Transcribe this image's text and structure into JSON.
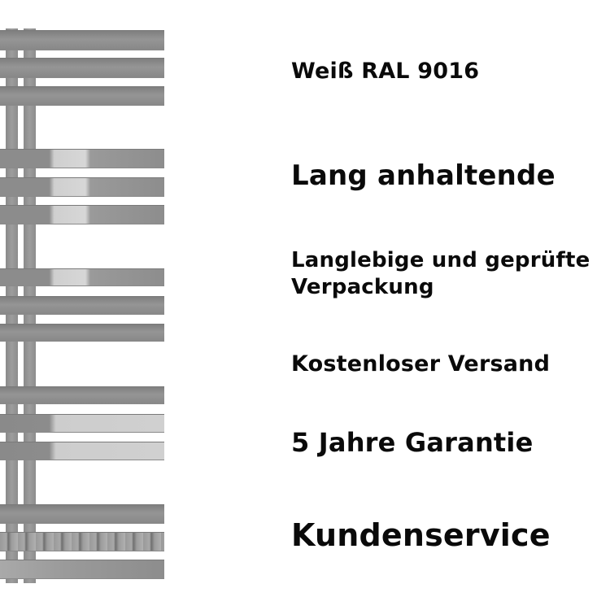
{
  "product_image": {
    "label": "towel-radiator-photo",
    "colors": {
      "bar": "#8f8f8f",
      "highlight": "#d2d2d2",
      "background": "#ffffff"
    }
  },
  "features": [
    {
      "text": "Weiß RAL 9016"
    },
    {
      "text": "Lang anhaltende"
    },
    {
      "text": "Langlebige und geprüfte",
      "text2": "Verpackung"
    },
    {
      "text": "Kostenloser Versand"
    },
    {
      "text": "5 Jahre Garantie"
    },
    {
      "text": "Kundenservice"
    }
  ],
  "text_color": "#0a0a0a"
}
